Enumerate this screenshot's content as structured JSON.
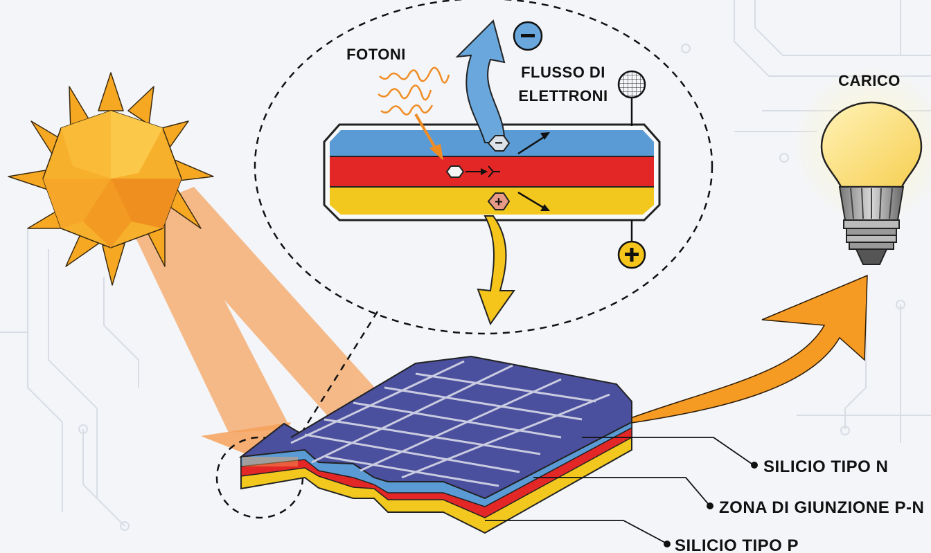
{
  "labels": {
    "photons": "FOTONI",
    "electron_flow_line1": "FLUSSO DI",
    "electron_flow_line2": "ELETTRONI",
    "load": "CARICO",
    "n_type": "SILICIO TIPO N",
    "junction": "ZONA DI GIUNZIONE P-N",
    "p_type": "SILICIO TIPO P"
  },
  "symbols": {
    "minus": "−",
    "plus": "+"
  },
  "colors": {
    "background": "#f3f5f8",
    "n_layer": "#5b9bd5",
    "junction_layer": "#e32626",
    "p_layer": "#f2c81e",
    "panel_surface": "#4a4f9e",
    "sun_core": "#f7a823",
    "light_beam": "#f6a15a",
    "current_arrow": "#f59a22",
    "electron_arrow": "#69a7dd",
    "hole_arrow": "#f5c51c",
    "bulb_glass": "#ffe48a"
  },
  "icons": {
    "sun": "sun-icon",
    "bulb": "light-bulb-icon",
    "photon_wave": "photon-wave-icon",
    "negative_terminal": "minus-terminal-icon",
    "positive_terminal": "plus-terminal-icon",
    "grid_contact": "grid-contact-icon"
  }
}
